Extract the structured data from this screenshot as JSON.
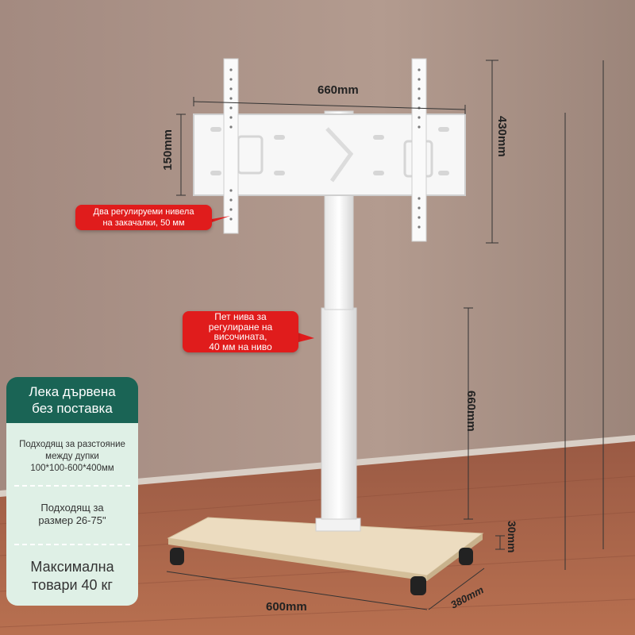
{
  "dimensions": {
    "top_width": "660mm",
    "bracket_height": "150mm",
    "vesa_height": "430mm",
    "column_height": "660mm",
    "base_thickness": "30mm",
    "base_width": "600mm",
    "base_depth": "380mm"
  },
  "callouts": {
    "bracket": [
      "Два регулируеми нивела",
      "на закачалки, 50 мм"
    ],
    "column": [
      "Пет нива за",
      "регулиране на",
      "височината,",
      "40 мм на ниво"
    ]
  },
  "panel": {
    "title": [
      "Лека дървена",
      "без поставка"
    ],
    "features": [
      [
        "Подходящ за разстояние",
        "между дупки",
        "100*100-600*400мм"
      ],
      [
        "Подходящ за",
        "размер 26-75\""
      ],
      [
        "Максимална",
        "товари 40 кг"
      ]
    ]
  },
  "colors": {
    "wall": "#b29a8e",
    "floor": "#a8654a",
    "panel_header": "#1a6455",
    "panel_body": "#dff0e6",
    "callout": "#e01c1c",
    "base_wood": "#ecdcc0"
  }
}
